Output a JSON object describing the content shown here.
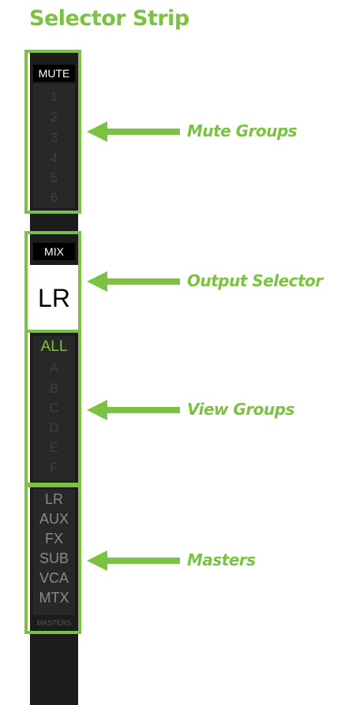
{
  "title": "Selector Strip",
  "colors": {
    "accent": "#7cc242",
    "strip": "#1c1c1c",
    "inactive_text": "#3f3f3f",
    "master_text": "#8a8a8a"
  },
  "mute": {
    "header": "MUTE",
    "groups": [
      "1",
      "2",
      "3",
      "4",
      "5",
      "6"
    ]
  },
  "output": {
    "header": "MIX",
    "value": "LR"
  },
  "view": {
    "active": "ALL",
    "groups": [
      "A",
      "B",
      "C",
      "D",
      "E",
      "F"
    ]
  },
  "masters": {
    "items": [
      "LR",
      "AUX",
      "FX",
      "SUB",
      "VCA",
      "MTX"
    ],
    "label": "MASTERS"
  },
  "callouts": {
    "mute_groups": "Mute Groups",
    "output_selector": "Output Selector",
    "view_groups": "View Groups",
    "masters": "Masters"
  }
}
